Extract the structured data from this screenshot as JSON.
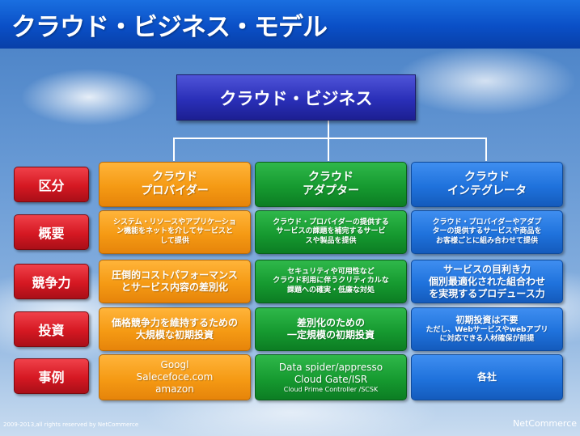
{
  "slide": {
    "title": "クラウド・ビジネス・モデル",
    "top_box": "クラウド・ビジネス",
    "columns": [
      {
        "line1": "クラウド",
        "line2": "プロバイダー"
      },
      {
        "line1": "クラウド",
        "line2": "アダプター"
      },
      {
        "line1": "クラウド",
        "line2": "インテグレータ"
      }
    ],
    "rows": [
      {
        "category": "区分"
      },
      {
        "category": "概要",
        "cells": [
          [
            "システム・リソースやアプリケーショ",
            "ン機能をネットを介してサービスと",
            "して提供"
          ],
          [
            "クラウド・プロバイダーの提供する",
            "サービスの課題を補完するサービ",
            "スや製品を提供"
          ],
          [
            "クラウド・プロバイダーやアダプ",
            "ターの提供するサービスや商品を",
            "お客様ごとに組み合わせて提供"
          ]
        ]
      },
      {
        "category": "競争力",
        "cells": [
          [
            "圧倒的コストパフォーマンス",
            "とサービス内容の差別化"
          ],
          [
            "セキュリティや可用性など",
            "クラウド利用に伴うクリティカルな",
            "課題への確実・低廉な対処"
          ],
          [
            "サービスの目利き力",
            "個別最適化された組合わせ",
            "を実現するプロデュース力"
          ]
        ]
      },
      {
        "category": "投資",
        "cells": [
          [
            "価格競争力を維持するための",
            "大規模な初期投資"
          ],
          [
            "差別化のための",
            "一定規模の初期投資"
          ],
          [
            "初期投資は不要",
            "ただし、Webサービスやwebアプリ",
            "に対応できる人材確保が前提"
          ]
        ]
      },
      {
        "category": "事例",
        "cells": [
          [
            "Googl",
            "Salecefoce.com",
            "amazon"
          ],
          [
            "Data spider/appresso",
            "Cloud Gate/ISR",
            "Cloud Prime Controller /SCSK"
          ],
          [
            "各社"
          ]
        ]
      }
    ],
    "footer_left": "2009-2013,all rights reserved by NetCommerce",
    "footer_right": "NetCommerce"
  }
}
